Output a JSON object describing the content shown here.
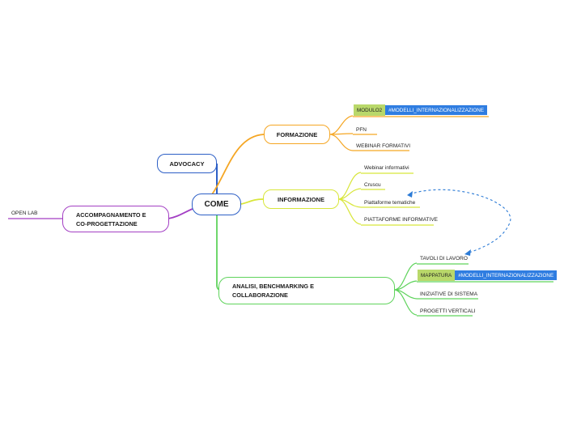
{
  "root": {
    "label": "COME"
  },
  "colors": {
    "orange": "#f5a623",
    "yellow": "#d8e63a",
    "green": "#5fd35c",
    "purple": "#a33fc4",
    "blue": "#2d5fc6",
    "tag_green": "#b9d86a",
    "tag_blue": "#2f7de1",
    "dashed_link": "#2c7bd6"
  },
  "branches": {
    "advocacy": {
      "label": "ADVOCACY"
    },
    "formazione": {
      "label": "FORMAZIONE",
      "tag": {
        "label": "MODULO2",
        "link": "#MODELLI_INTERNAZIONALIZZAZIONE"
      },
      "items": [
        "PFN",
        "WEBINAR FORMATIVI"
      ]
    },
    "informazione": {
      "label": "INFORMAZIONE",
      "items": [
        "Webinar informativi",
        "Cruscu",
        "Piattaforme tematiche",
        "PIATTAFORME INFORMATIVE"
      ]
    },
    "accompagnamento": {
      "label_line1": "ACCOMPAGNAMENTO E",
      "label_line2": "CO-PROGETTAZIONE",
      "items": [
        "OPEN LAB"
      ]
    },
    "analisi": {
      "label_line1": "ANALISI, BENCHMARKING E",
      "label_line2": "COLLABORAZIONE",
      "items": [
        "TAVOLI DI LAVORO",
        "INIZIATIVE DI SISTEMA",
        "PROGETTI VERTICALI"
      ],
      "tag": {
        "label": "MAPPATURA",
        "link": "#MODELLI_INTERNAZIONALIZZAZIONE"
      }
    }
  }
}
